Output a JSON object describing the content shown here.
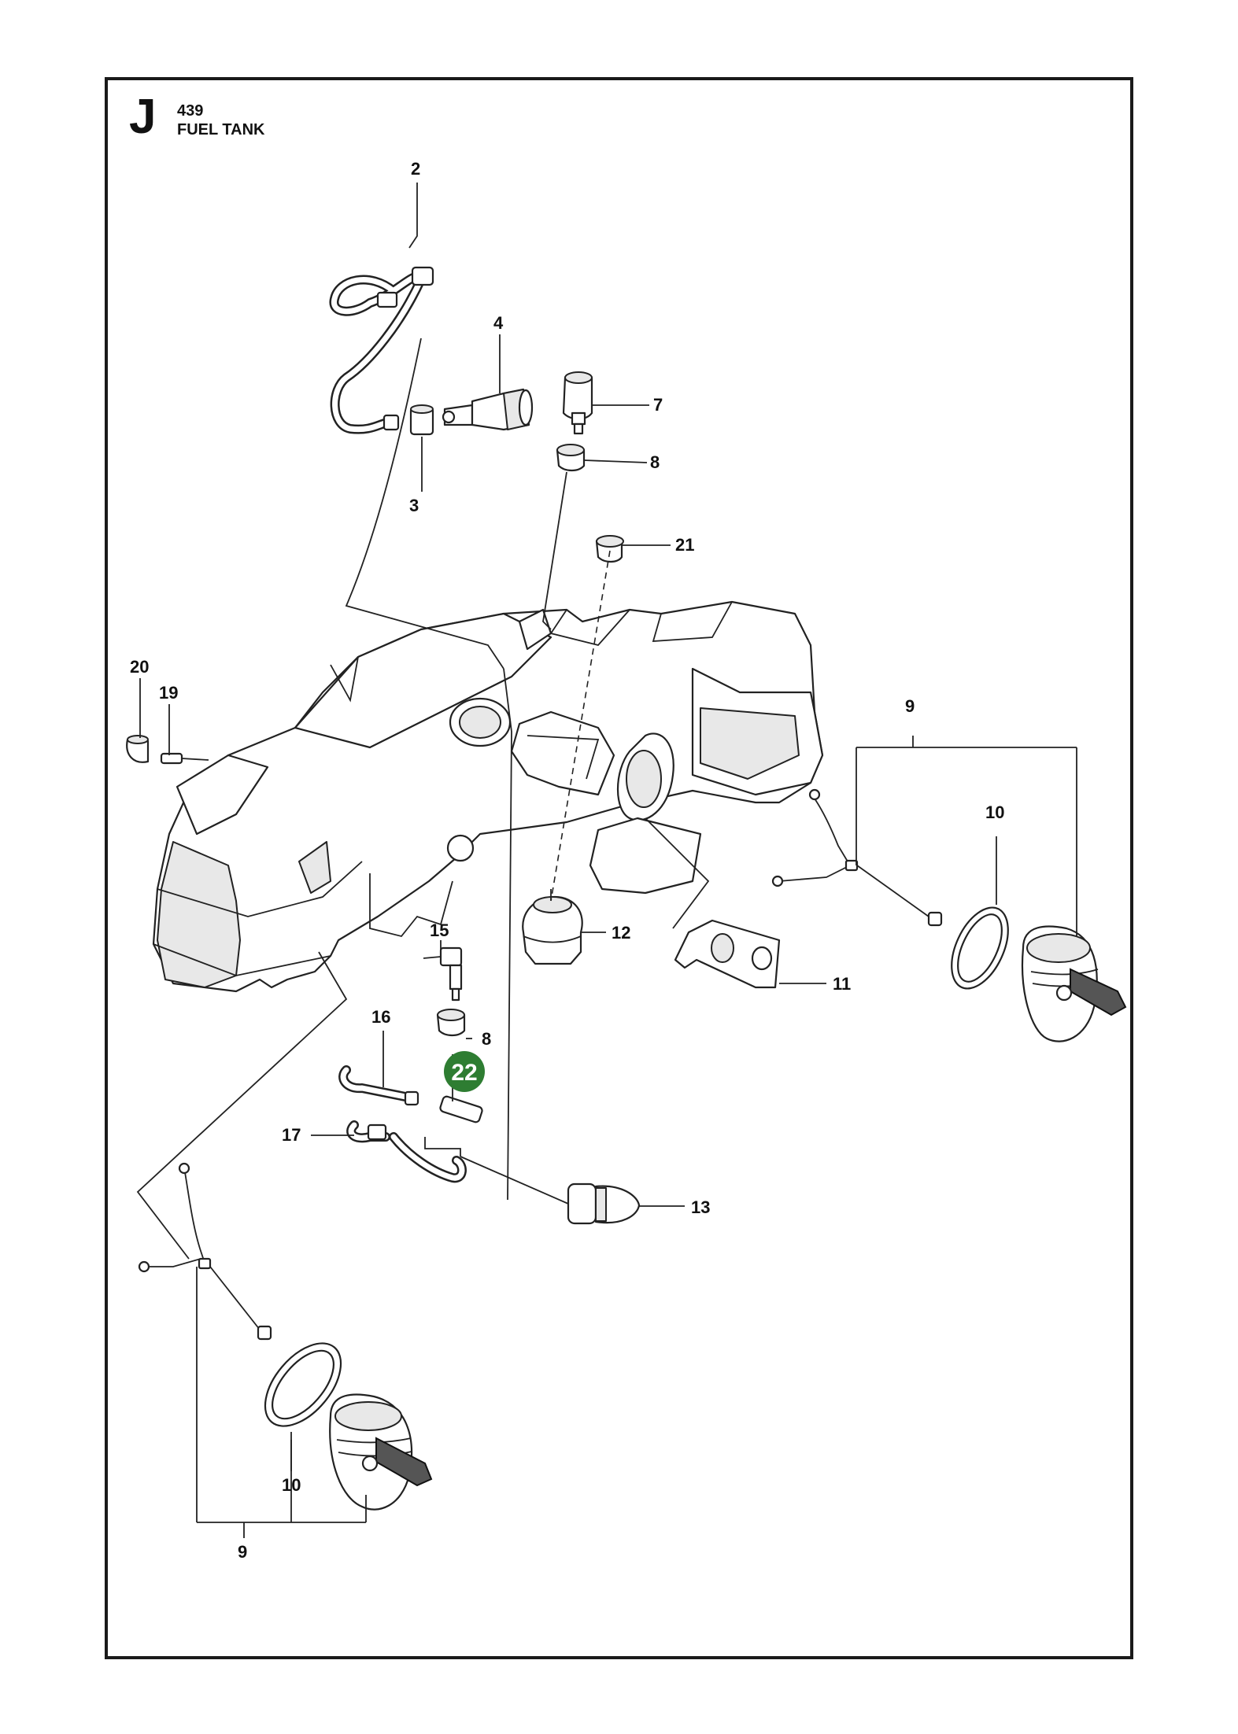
{
  "header": {
    "section_letter": "J",
    "model": "439",
    "title": "FUEL TANK"
  },
  "callouts": {
    "c2": "2",
    "c3": "3",
    "c4": "4",
    "c7": "7",
    "c8a": "8",
    "c8b": "8",
    "c9a": "9",
    "c9b": "9",
    "c10a": "10",
    "c10b": "10",
    "c11": "11",
    "c12": "12",
    "c13": "13",
    "c15": "15",
    "c16": "16",
    "c17": "17",
    "c19": "19",
    "c20": "20",
    "c21": "21"
  },
  "highlight": {
    "label": "22",
    "color": "#2e7d32"
  }
}
